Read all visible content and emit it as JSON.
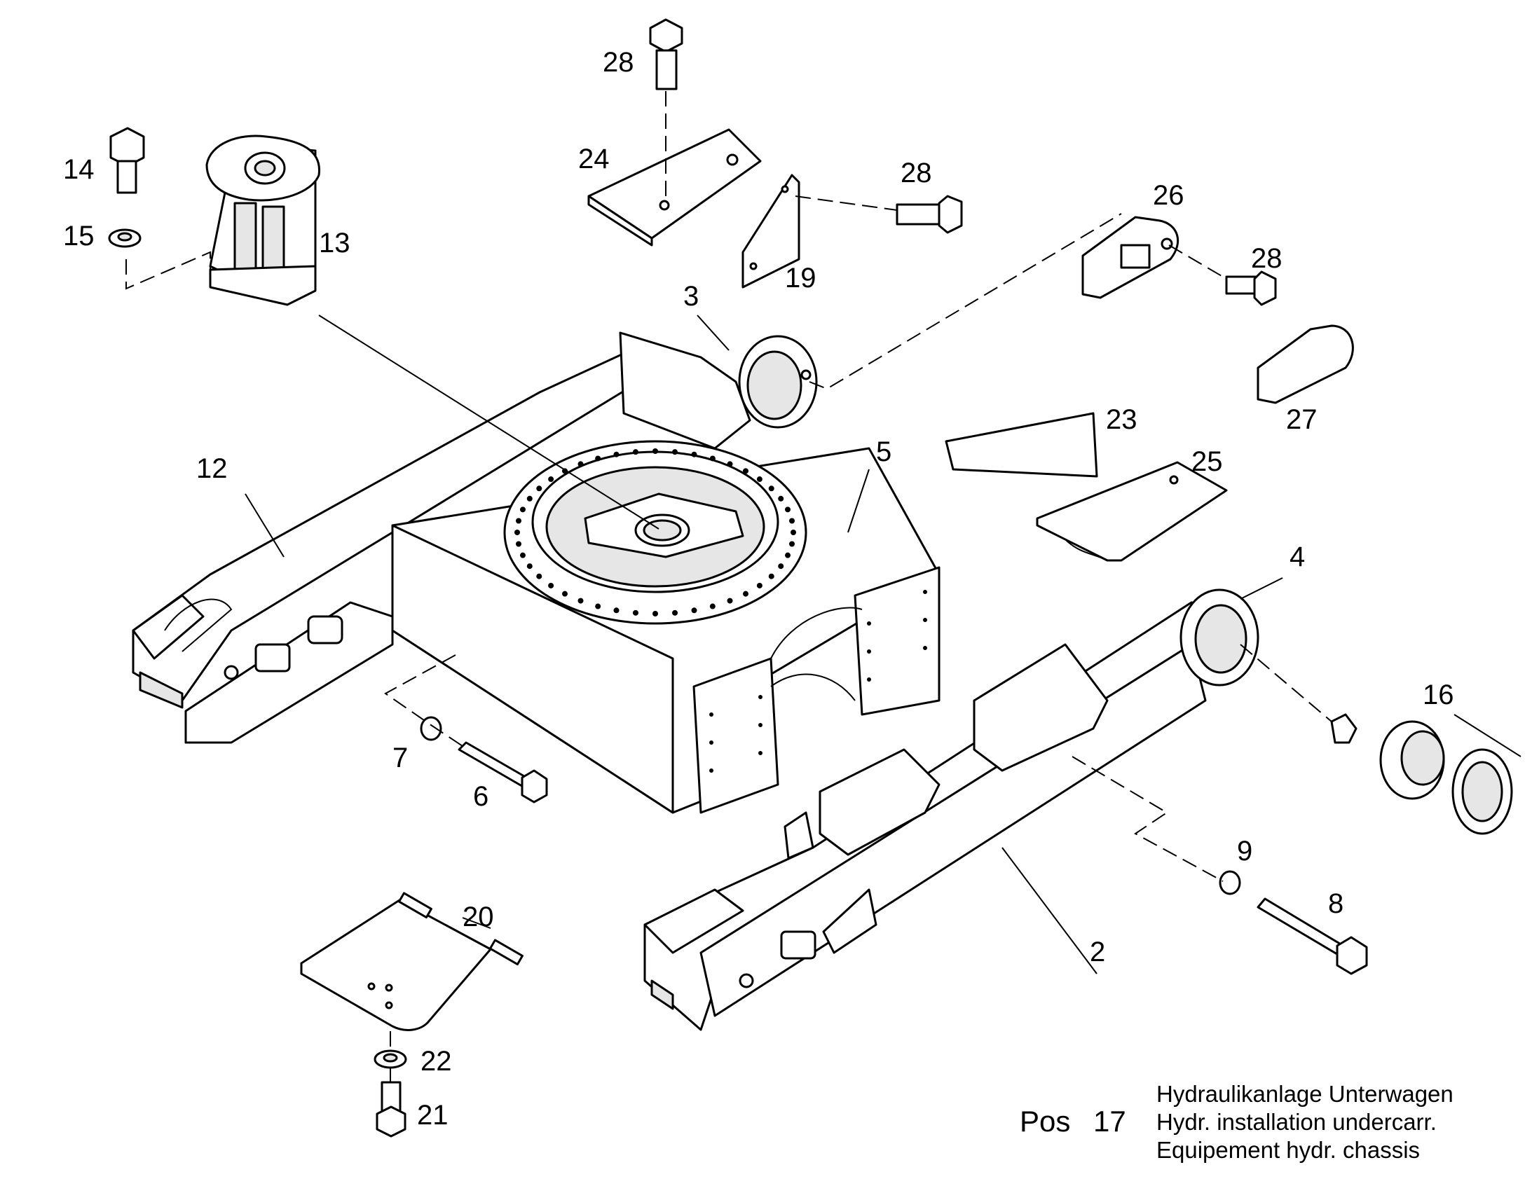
{
  "callouts": {
    "p2": "2",
    "p3": "3",
    "p4": "4",
    "p5": "5",
    "p6": "6",
    "p7": "7",
    "p8": "8",
    "p9": "9",
    "p12": "12",
    "p13": "13",
    "p14": "14",
    "p15": "15",
    "p16": "16",
    "p19": "19",
    "p20": "20",
    "p21": "21",
    "p22": "22",
    "p23": "23",
    "p24": "24",
    "p25": "25",
    "p26": "26",
    "p27": "27",
    "p28a": "28",
    "p28b": "28",
    "p28c": "28"
  },
  "caption": {
    "pos_label": "Pos",
    "pos_number": "17",
    "line1": "Hydraulikanlage Unterwagen",
    "line2": "Hydr. installation undercarr.",
    "line3": "Equipement hydr. chassis"
  }
}
